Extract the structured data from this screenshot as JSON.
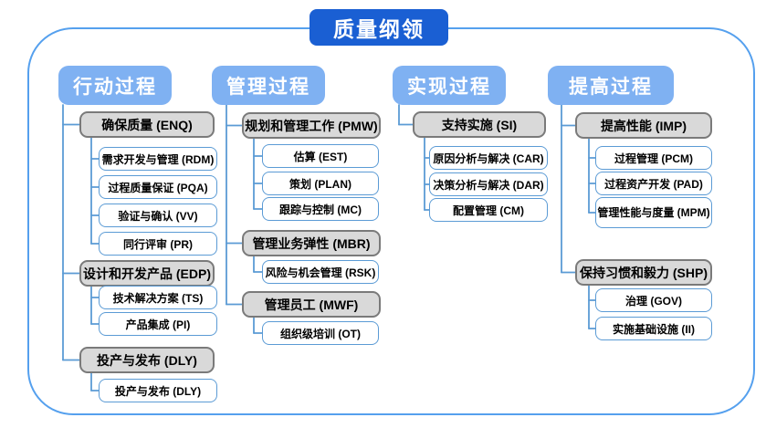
{
  "title": "质量纲领",
  "colors": {
    "title_bg": "#1a5fd3",
    "header_bg": "#7fb1f2",
    "frame_border": "#55a0ee",
    "connector": "#5b9bd5",
    "group_bg": "#d9d9d9",
    "group_border": "#7a7a7a",
    "leaf_border": "#5b9bd5"
  },
  "columns": [
    {
      "header": "行动过程",
      "groups": [
        {
          "label": "确保质量 (ENQ)",
          "children": [
            "需求开发与管理 (RDM)",
            "过程质量保证 (PQA)",
            "验证与确认 (VV)",
            "同行评审 (PR)"
          ]
        },
        {
          "label": "设计和开发产品 (EDP)",
          "children": [
            "技术解决方案 (TS)",
            "产品集成 (PI)"
          ]
        },
        {
          "label": "投产与发布 (DLY)",
          "children": [
            "投产与发布 (DLY)"
          ]
        }
      ]
    },
    {
      "header": "管理过程",
      "groups": [
        {
          "label": "规划和管理工作 (PMW)",
          "children": [
            "估算 (EST)",
            "策划 (PLAN)",
            "跟踪与控制 (MC)"
          ]
        },
        {
          "label": "管理业务弹性 (MBR)",
          "children": [
            "风险与机会管理 (RSK)"
          ]
        },
        {
          "label": "管理员工 (MWF)",
          "children": [
            "组织级培训 (OT)"
          ]
        }
      ]
    },
    {
      "header": "实现过程",
      "groups": [
        {
          "label": "支持实施 (SI)",
          "children": [
            "原因分析与解决 (CAR)",
            "决策分析与解决 (DAR)",
            "配置管理 (CM)"
          ]
        }
      ]
    },
    {
      "header": "提高过程",
      "groups": [
        {
          "label": "提高性能 (IMP)",
          "children": [
            "过程管理 (PCM)",
            "过程资产开发 (PAD)",
            "管理性能与度量 (MPM)"
          ]
        },
        {
          "label": "保持习惯和毅力 (SHP)",
          "children": [
            "治理 (GOV)",
            "实施基础设施 (II)"
          ]
        }
      ]
    }
  ]
}
